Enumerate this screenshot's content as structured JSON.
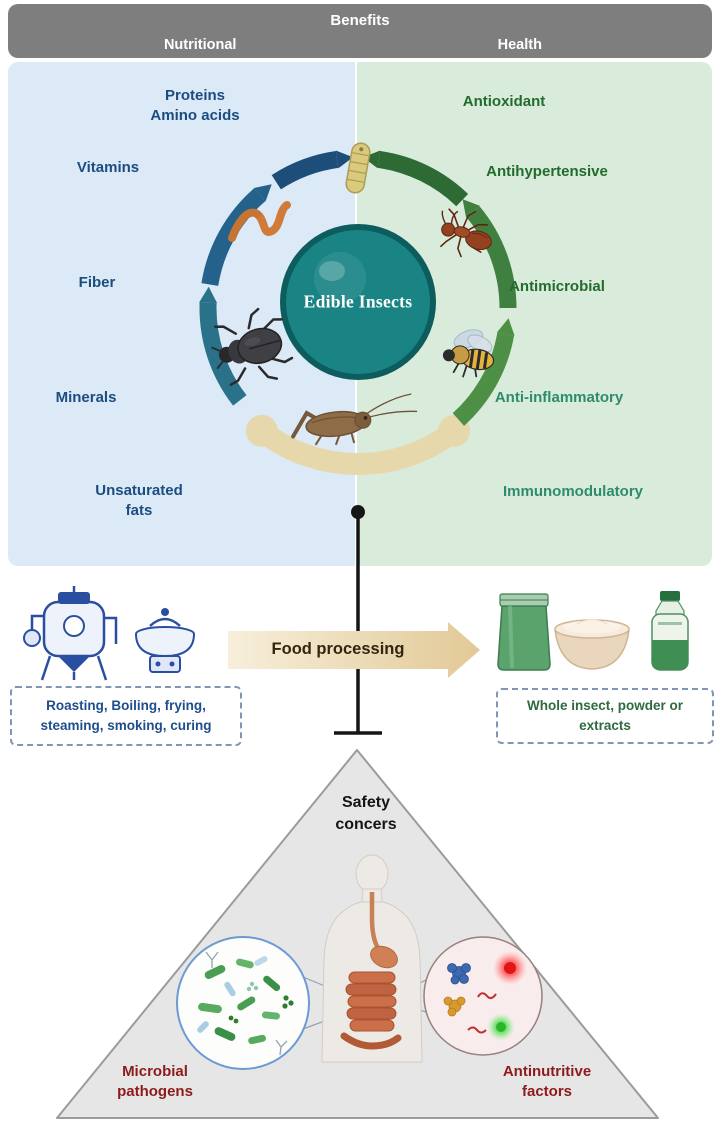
{
  "header": {
    "title": "Benefits",
    "nutritional_label": "Nutritional",
    "health_label": "Health"
  },
  "hub": {
    "label": "Edible Insects"
  },
  "nutritional_benefits": [
    "Proteins\nAmino acids",
    "Vitamins",
    "Fiber",
    "Minerals",
    "Unsaturated\nfats"
  ],
  "health_benefits": [
    "Antioxidant",
    "Antihypertensive",
    "Antimicrobial",
    "Anti-inflammatory",
    "Immunomodulatory"
  ],
  "processing": {
    "arrow_label": "Food processing",
    "methods_note": "Roasting, Boiling, frying,\nsteaming, smoking, curing",
    "products_note": "Whole insect, powder or\nextracts"
  },
  "safety": {
    "title": "Safety\nconcers",
    "microbial_label": "Microbial\npathogens",
    "antinutritive_label": "Antinutritive\nfactors"
  },
  "icons": {
    "insects": [
      "mealworm-larva-icon",
      "worm-icon",
      "beetle-icon",
      "cricket-icon",
      "bee-icon",
      "ant-icon"
    ],
    "equipment": [
      "processing-tank-icon",
      "processing-machine-icon"
    ],
    "products": [
      "pouch-icon",
      "powder-bowl-icon",
      "bottle-icon"
    ],
    "safety": [
      "human-digestive-icon",
      "microbes-magnifier-icon",
      "molecules-magnifier-icon"
    ]
  },
  "colors": {
    "header_bg": "#7e7e7e",
    "nutritional_panel": "#dce9f6",
    "health_panel": "#d9ecdb",
    "nutritional_text": "#1c4d80",
    "health_text_dark": "#236b2d",
    "health_text_teal": "#2e8b6e",
    "hub_fill": "#1a8485",
    "blue_arrow": "#1d4e79",
    "green_arrow": "#2e6b34",
    "process_ribbon": "#e7d8ac",
    "process_arrow": "#e9d3a2",
    "alert_text": "#8e1b1b",
    "triangle_fill": "#e6e6e6"
  }
}
